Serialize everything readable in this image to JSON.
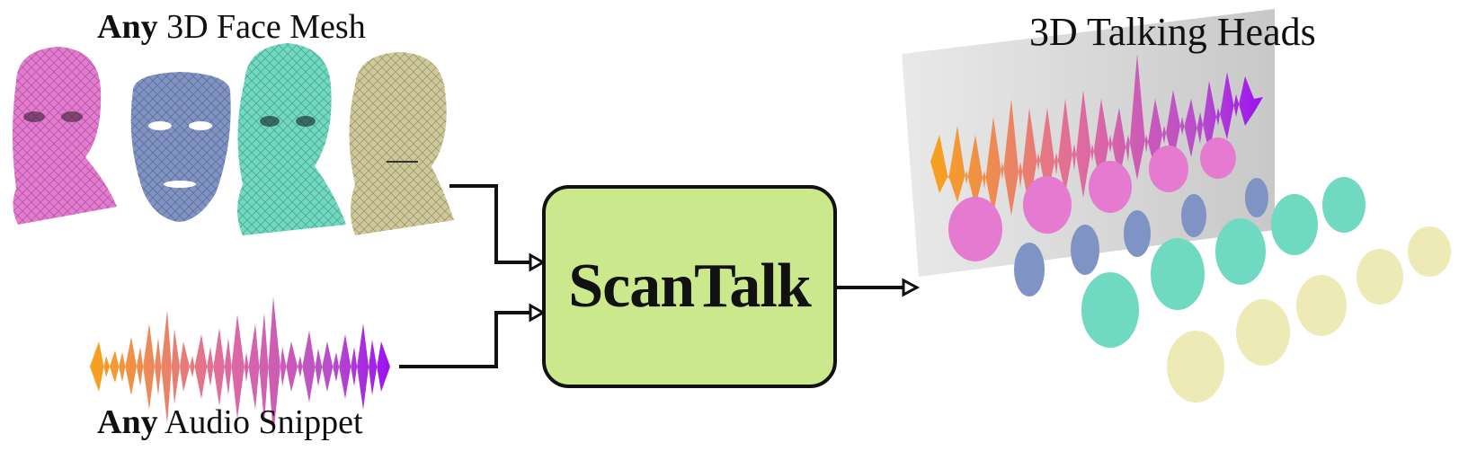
{
  "labels": {
    "mesh_prefix": "Any",
    "mesh_rest": " 3D Face Mesh",
    "audio_prefix": "Any",
    "audio_rest": " Audio Snippet",
    "output_title": "3D Talking Heads"
  },
  "model": {
    "name": "ScanTalk",
    "color": "#cbe98c"
  },
  "mesh_colors": [
    "#e57ad0",
    "#7f93c4",
    "#6fd9c2",
    "#cfc99a"
  ],
  "waveform_gradient": [
    "#f7a21b",
    "#e06aa0",
    "#a64fd6",
    "#9b12f0"
  ],
  "icons": [
    "face-mesh-icon",
    "waveform-icon",
    "arrow-icon",
    "talking-head-icon"
  ]
}
